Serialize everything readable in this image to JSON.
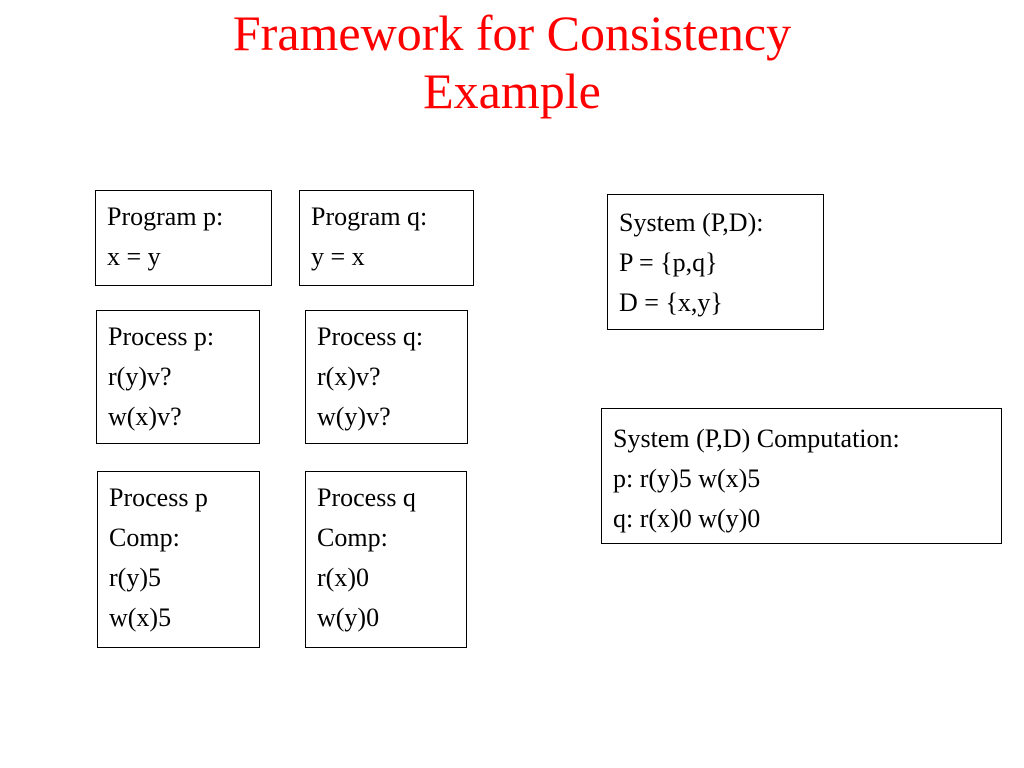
{
  "slide": {
    "title_line1": "Framework for Consistency",
    "title_line2": "Example",
    "title_color": "#ff0000"
  },
  "boxes": {
    "program_p": [
      "Program p:",
      "x = y"
    ],
    "program_q": [
      "Program q:",
      "y = x"
    ],
    "process_p": [
      "Process p:",
      "r(y)v?",
      "w(x)v?"
    ],
    "process_q": [
      "Process q:",
      "r(x)v?",
      "w(y)v?"
    ],
    "comp_p": [
      "Process p",
      "Comp:",
      "r(y)5",
      "w(x)5"
    ],
    "comp_q": [
      "Process q",
      "Comp:",
      "r(x)0",
      "w(y)0"
    ],
    "system": [
      "System (P,D):",
      "P = {p,q}",
      "D = {x,y}"
    ],
    "system_comp": [
      "System (P,D) Computation:",
      "p: r(y)5 w(x)5",
      "q: r(x)0 w(y)0"
    ]
  }
}
